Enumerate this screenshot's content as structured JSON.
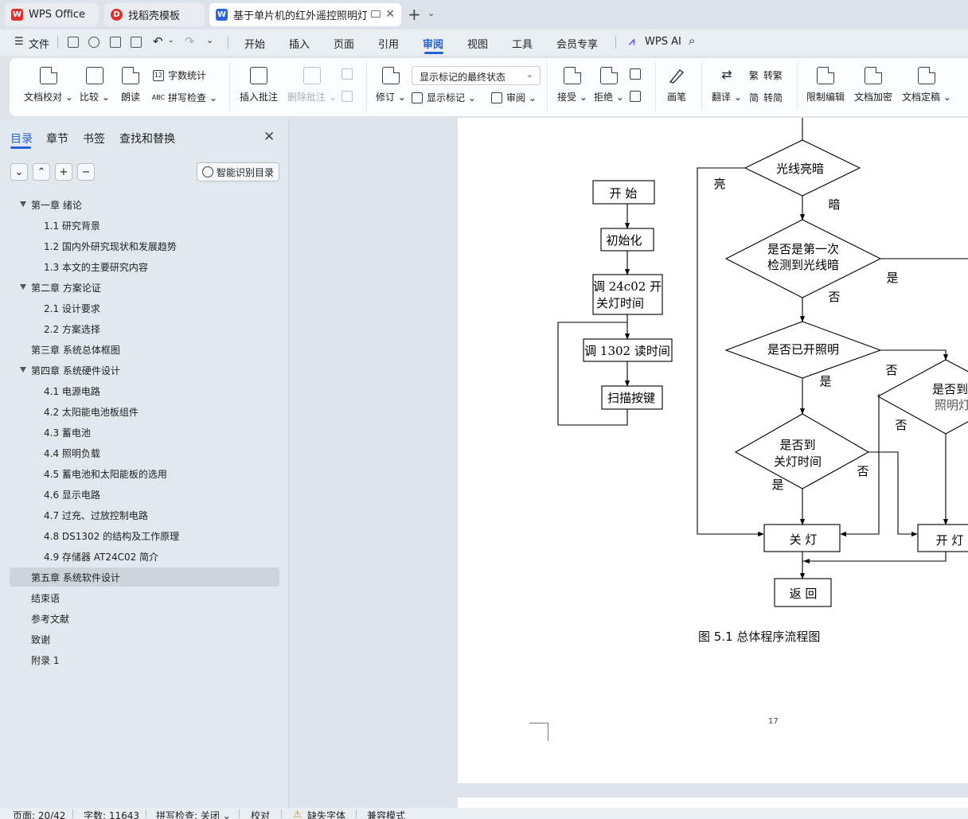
{
  "tabs": [
    {
      "label": "WPS Office",
      "icon": "wps-logo-icon"
    },
    {
      "label": "找稻壳模板",
      "icon": "docer-icon"
    },
    {
      "label": "基于单片机的红外遥控照明灯设",
      "icon": "word-doc-icon"
    }
  ],
  "menu": {
    "file": "文件",
    "items": [
      "开始",
      "插入",
      "页面",
      "引用",
      "审阅",
      "视图",
      "工具",
      "会员专享"
    ],
    "active": "审阅",
    "ai": "WPS AI"
  },
  "ribbon": {
    "proofread": "文档校对",
    "compare": "比较",
    "read_aloud": "朗读",
    "word_count": "字数统计",
    "spell_check": "拼写检查",
    "insert_comment": "插入批注",
    "delete_comment": "删除批注",
    "revise": "修订",
    "markup_state": "显示标记的最终状态",
    "show_markup": "显示标记",
    "review": "审阅",
    "accept": "接受",
    "reject": "拒绝",
    "pen": "画笔",
    "translate": "翻译",
    "to_traditional": "转繁",
    "to_simplified": "转简",
    "restrict_edit": "限制编辑",
    "encrypt": "文档加密",
    "finalize": "文档定稿"
  },
  "nav": {
    "tabs": [
      "目录",
      "章节",
      "书签",
      "查找和替换"
    ],
    "active_tab": "目录",
    "smart_toc": "智能识别目录",
    "controls": [
      "⌄",
      "⌃",
      "+",
      "−"
    ],
    "toc": [
      {
        "text": "第一章  绪论",
        "level": 1,
        "expanded": true
      },
      {
        "text": "1.1 研究背景",
        "level": 2
      },
      {
        "text": "1.2 国内外研究现状和发展趋势",
        "level": 2
      },
      {
        "text": "1.3 本文的主要研究内容",
        "level": 2
      },
      {
        "text": "第二章  方案论证",
        "level": 1,
        "expanded": true
      },
      {
        "text": "2.1  设计要求",
        "level": 2
      },
      {
        "text": "2.2  方案选择",
        "level": 2
      },
      {
        "text": "第三章  系统总体框图",
        "level": 1
      },
      {
        "text": "第四章  系统硬件设计",
        "level": 1,
        "expanded": true
      },
      {
        "text": "4.1  电源电路",
        "level": 2
      },
      {
        "text": "4.2  太阳能电池板组件",
        "level": 2
      },
      {
        "text": "4.3  蓄电池",
        "level": 2
      },
      {
        "text": "4.4  照明负载",
        "level": 2
      },
      {
        "text": "4.5  蓄电池和太阳能板的选用",
        "level": 2
      },
      {
        "text": "4.6  显示电路",
        "level": 2
      },
      {
        "text": "4.7  过充、过放控制电路",
        "level": 2
      },
      {
        "text": "4.8 DS1302 的结构及工作原理",
        "level": 2
      },
      {
        "text": "4.9  存储器 AT24C02 简介",
        "level": 2
      },
      {
        "text": "第五章  系统软件设计",
        "level": 1,
        "selected": true
      },
      {
        "text": "结束语",
        "level": 1
      },
      {
        "text": "参考文献",
        "level": 1
      },
      {
        "text": "致谢",
        "level": 1
      },
      {
        "text": "附录 1",
        "level": 1
      }
    ]
  },
  "flowchart": {
    "start": "开  始",
    "init": "初始化",
    "read_eeprom_line1": "调 24c02 开",
    "read_eeprom_line2": "关灯时间",
    "read_time": "调 1302 读时间",
    "scan_keys": "扫描按键",
    "light_decision": "光线亮暗",
    "bright": "亮",
    "dark": "暗",
    "first_dark_line1": "是否是第一次",
    "first_dark_line2": "检测到光线暗",
    "yes": "是",
    "no": "否",
    "light_on_q": "是否已开照明",
    "off_time_line1": "是否到",
    "off_time_line2": "关灯时间",
    "on_time_line1": "是否到开",
    "on_time_line2": "照明灯时",
    "light_off": "关  灯",
    "light_on": "开  灯",
    "return": "返  回"
  },
  "caption": "图 5.1  总体程序流程图",
  "page_number": "17",
  "status": {
    "page": "页面: 20/42",
    "words": "字数: 11643",
    "spell": "拼写检查: 关闭",
    "proof": "校对",
    "missing_font": "缺失字体",
    "compat": "兼容模式"
  }
}
